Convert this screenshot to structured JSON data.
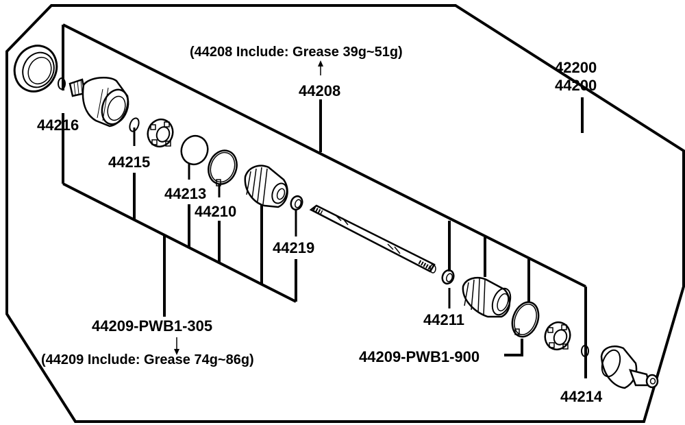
{
  "diagram": {
    "assembly_numbers": [
      "42200",
      "44200"
    ],
    "notes": {
      "upper_grease": "(44208 Include: Grease  39g~51g)",
      "lower_grease": "(44209 Include: Grease  74g~86g)"
    },
    "labels": {
      "p44208": "44208",
      "p44216": "44216",
      "p44215": "44215",
      "p44213": "44213",
      "p44210": "44210",
      "p44219": "44219",
      "p44211": "44211",
      "p44214": "44214",
      "p44209_305": "44209-PWB1-305",
      "p44209_900": "44209-PWB1-900"
    }
  }
}
